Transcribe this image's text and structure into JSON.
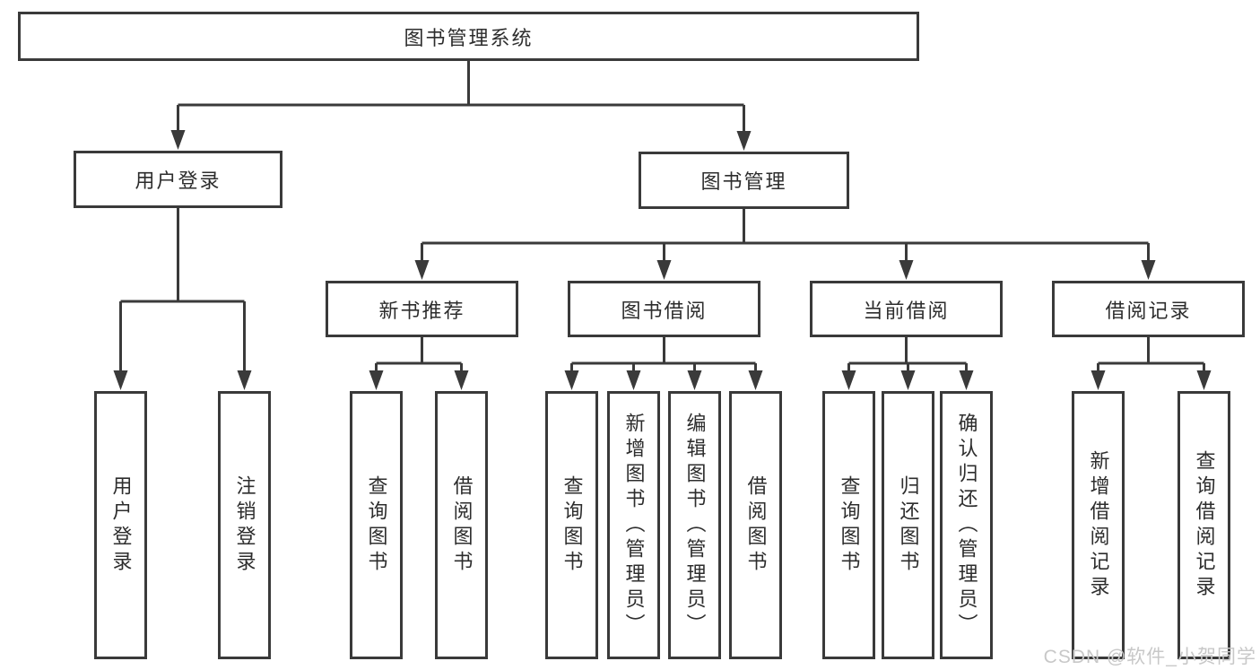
{
  "tree": {
    "label": "图书管理系统",
    "children": [
      {
        "label": "用户登录",
        "children": [
          {
            "label": "用户登录"
          },
          {
            "label": "注销登录"
          }
        ]
      },
      {
        "label": "图书管理",
        "children": [
          {
            "label": "新书推荐",
            "children": [
              {
                "label": "查询图书"
              },
              {
                "label": "借阅图书"
              }
            ]
          },
          {
            "label": "图书借阅",
            "children": [
              {
                "label": "查询图书"
              },
              {
                "label": "新增图书（管理员）"
              },
              {
                "label": "编辑图书（管理员）"
              },
              {
                "label": "借阅图书"
              }
            ]
          },
          {
            "label": "当前借阅",
            "children": [
              {
                "label": "查询图书"
              },
              {
                "label": "归还图书"
              },
              {
                "label": "确认归还（管理员）"
              }
            ]
          },
          {
            "label": "借阅记录",
            "children": [
              {
                "label": "新增借阅记录"
              },
              {
                "label": "查询借阅记录"
              }
            ]
          }
        ]
      }
    ]
  },
  "watermark": {
    "text": "CSDN @软件_小贺同学"
  },
  "colors": {
    "line": "#3a3a3a",
    "box_border": "#3a3a3a",
    "text": "#2d2d2d",
    "watermark": "#c8c8c8",
    "background": "#ffffff"
  }
}
